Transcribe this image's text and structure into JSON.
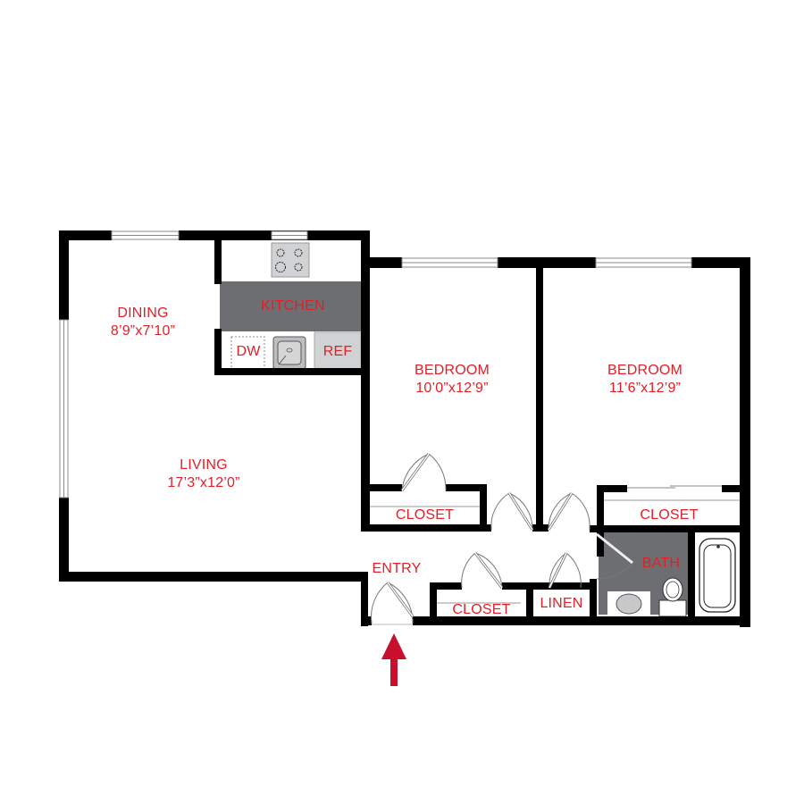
{
  "floorplan": {
    "label_color": "#e21f26",
    "wall_color": "#000000",
    "wet_area_color": "#6d6e71",
    "rooms": {
      "dining": {
        "name": "DINING",
        "dimensions": "8’9”x7’10”"
      },
      "kitchen": {
        "name": "KITCHEN"
      },
      "living": {
        "name": "LIVING",
        "dimensions": "17’3”x12’0”"
      },
      "bedroom1": {
        "name": "BEDROOM",
        "dimensions": "10’0”x12’9”"
      },
      "bedroom2": {
        "name": "BEDROOM",
        "dimensions": "11’6”x12’9”"
      },
      "closet1": {
        "name": "CLOSET"
      },
      "closet2": {
        "name": "CLOSET"
      },
      "closet3": {
        "name": "CLOSET"
      },
      "linen": {
        "name": "LINEN"
      },
      "bath": {
        "name": "BATH"
      },
      "entry": {
        "name": "ENTRY"
      }
    },
    "fixtures": {
      "dishwasher": "DW",
      "refrigerator": "REF"
    },
    "entry_arrow_color": "#c8102e"
  }
}
